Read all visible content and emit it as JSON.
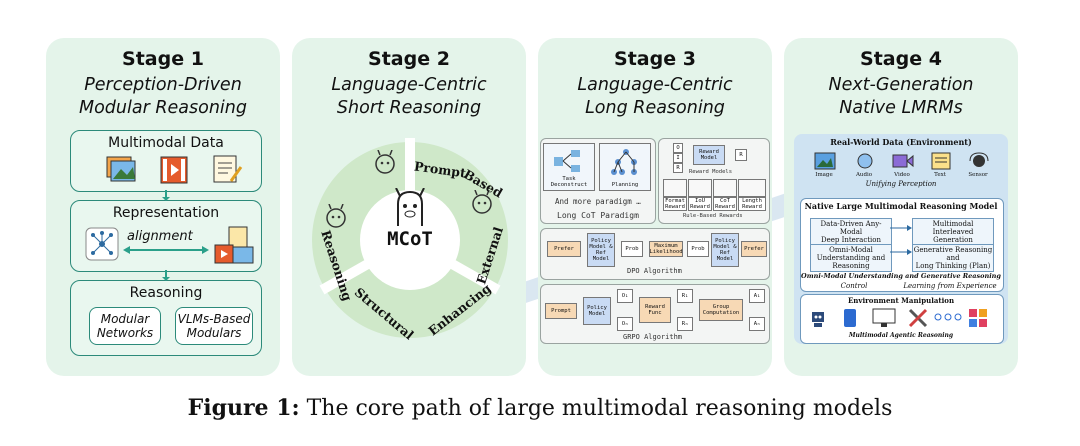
{
  "stages": [
    {
      "title": "Stage 1",
      "subtitle_line1": "Perception-Driven",
      "subtitle_line2": "Modular Reasoning"
    },
    {
      "title": "Stage 2",
      "subtitle_line1": "Language-Centric",
      "subtitle_line2": "Short Reasoning"
    },
    {
      "title": "Stage 3",
      "subtitle_line1": "Language-Centric",
      "subtitle_line2": "Long Reasoning"
    },
    {
      "title": "Stage 4",
      "subtitle_line1": "Next-Generation",
      "subtitle_line2": "Native LMRMs"
    }
  ],
  "stage1": {
    "multimodal_data": "Multimodal Data",
    "representation": "Representation",
    "alignment": "alignment",
    "reasoning": "Reasoning",
    "modular_networks_1": "Modular",
    "modular_networks_2": "Networks",
    "vlms_1": "VLMs-Based",
    "vlms_2": "Modulars"
  },
  "stage2": {
    "center": "MCoT",
    "prompt": "Prompt",
    "based": "Based",
    "external": "External",
    "enhancing": "Enhancing",
    "structural": "Structural",
    "reasoning": "Reasoning"
  },
  "stage3": {
    "task_deconstruct": "Task Deconstruct",
    "planning": "Planning",
    "more_paradigm": "And more paradigm …",
    "long_cot": "Long CoT Paradigm",
    "reward_model": "Reward Model",
    "reward_models": "Reward Models",
    "rule_based": "Rule-Based Rewards",
    "format_reward": "Format Reward",
    "iou_reward": "IoU Reward",
    "cot_reward": "CoT Reward",
    "length_reward": "Length Reward",
    "prefer": "Prefer",
    "policy_model_ref": "Policy Model & Ref Model",
    "prob": "Prob",
    "max_likelihood": "Maximum Likelihood",
    "dpo": "DPO Algorithm",
    "prompt": "Prompt",
    "policy_model": "Policy Model",
    "reward_func": "Reward Func",
    "group_computation": "Group Computation",
    "grpo": "GRPO Algorithm"
  },
  "stage4": {
    "real_world": "Real-World Data (Environment)",
    "image": "Image",
    "audio": "Audio",
    "video": "Video",
    "text": "Text",
    "sensor": "Sensor",
    "unifying": "Unifying Perception",
    "native": "Native Large Multimodal Reasoning Model",
    "data_driven_1": "Data-Driven Any-Modal",
    "data_driven_2": "Deep Interaction",
    "interleaved_1": "Multimodal Interleaved",
    "interleaved_2": "Generation",
    "omni_1": "Omni-Modal",
    "omni_2": "Understanding and Reasoning",
    "generative_1": "Generative Reasoning and",
    "generative_2": "Long Thinking (Plan)",
    "omni_modal_line": "Omni-Modal Understanding and Generative Reasoning",
    "control": "Control",
    "learning": "Learning from Experience",
    "env_manip": "Environment Manipulation",
    "agentic": "Multimodal Agentic Reasoning"
  },
  "caption": {
    "prefix": "Figure 1:",
    "text": " The core path of large multimodal reasoning models"
  },
  "colors": {
    "stage_bg": "#e4f4ea",
    "teal": "#2c8a7a",
    "arrow": "#b9cfe0"
  }
}
